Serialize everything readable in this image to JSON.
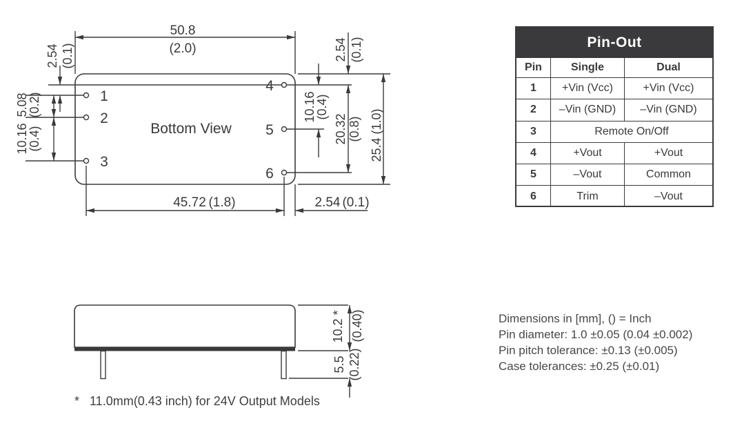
{
  "colors": {
    "ink": "#3a3a3a",
    "table_header_bg": "#3a3a3c",
    "table_header_text": "#ffffff",
    "background": "#ffffff"
  },
  "top_drawing": {
    "title": "Bottom View",
    "pins": {
      "p1": "1",
      "p2": "2",
      "p3": "3",
      "p4": "4",
      "p5": "5",
      "p6": "6"
    },
    "dims": {
      "width_mm": "50.8",
      "width_in": "(2.0)",
      "left_offset_mm": "2.54",
      "left_offset_in": "(0.1)",
      "left_pitch1_mm": "5.08",
      "left_pitch1_in": "(0.2)",
      "left_pitch2_mm": "10.16",
      "left_pitch2_in": "(0.4)",
      "right_offset_mm": "2.54",
      "right_offset_in": "(0.1)",
      "right_pitch_mm": "10.16",
      "right_pitch_in": "(0.4)",
      "right_span_mm": "20.32",
      "right_span_in": "(0.8)",
      "height_label": "25.4 (1.0)",
      "bottom_span_mm": "45.72",
      "bottom_span_in": "(1.8)",
      "bottom_offset_mm": "2.54",
      "bottom_offset_in": "(0.1)"
    }
  },
  "side_drawing": {
    "dims": {
      "case_height_mm": "10.2 *",
      "case_height_in": "(0.40)",
      "pin_length_mm": "5.5",
      "pin_length_in": "(0.22)"
    },
    "footnote": "*   11.0mm(0.43 inch) for 24V Output Models"
  },
  "pinout_table": {
    "title": "Pin-Out",
    "columns": {
      "pin": "Pin",
      "single": "Single",
      "dual": "Dual"
    },
    "rows": [
      {
        "pin": "1",
        "single": "+Vin (Vcc)",
        "dual": "+Vin (Vcc)"
      },
      {
        "pin": "2",
        "single": "–Vin (GND)",
        "dual": "–Vin (GND)"
      },
      {
        "pin": "3",
        "merged": "Remote On/Off"
      },
      {
        "pin": "4",
        "single": "+Vout",
        "dual": "+Vout"
      },
      {
        "pin": "5",
        "single": "–Vout",
        "dual": "Common"
      },
      {
        "pin": "6",
        "single": "Trim",
        "dual": "–Vout"
      }
    ]
  },
  "notes": {
    "line1": "Dimensions in [mm], () = Inch",
    "line2": "Pin diameter: 1.0 ±0.05 (0.04 ±0.002)",
    "line3": "Pin pitch tolerance: ±0.13 (±0.005)",
    "line4": "Case tolerances: ±0.25 (±0.01)"
  }
}
